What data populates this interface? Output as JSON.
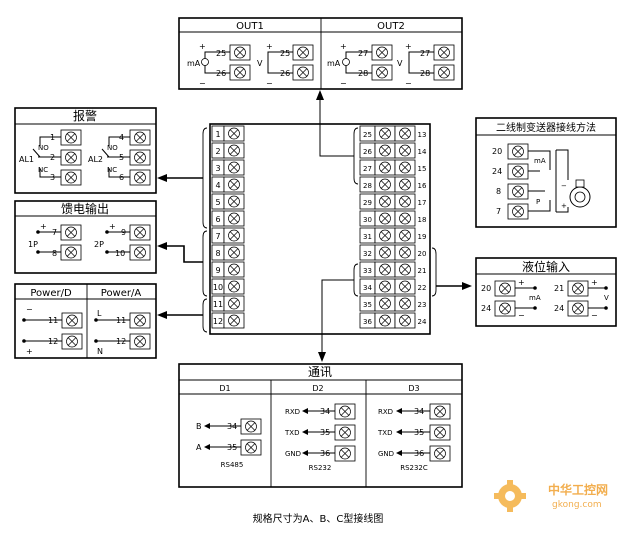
{
  "out": {
    "title1": "OUT1",
    "title2": "OUT2",
    "ma": "mA",
    "v": "V",
    "plus": "+",
    "minus": "−",
    "t25": "25",
    "t26": "26",
    "t27": "27",
    "t28": "28"
  },
  "alarm": {
    "title": "报警",
    "no": "NO",
    "nc": "NC",
    "al1": "AL1",
    "al2": "AL2",
    "t1": "1",
    "t2": "2",
    "t3": "3",
    "t4": "4",
    "t5": "5",
    "t6": "6"
  },
  "feed": {
    "title": "馈电输出",
    "p1": "1P",
    "p2": "2P",
    "plus": "+",
    "minus": "−",
    "t7": "7",
    "t8": "8",
    "t9": "9",
    "t10": "10"
  },
  "power": {
    "title_d": "Power/D",
    "title_a": "Power/A",
    "minus": "−",
    "plus": "+",
    "l": "L",
    "n": "N",
    "t11": "11",
    "t12": "12"
  },
  "main": {
    "left": [
      "1",
      "2",
      "3",
      "4",
      "5",
      "6",
      "7",
      "8",
      "9",
      "10",
      "11",
      "12"
    ],
    "inner": [
      "25",
      "26",
      "27",
      "28",
      "29",
      "30",
      "31",
      "32",
      "33",
      "34",
      "35",
      "36"
    ],
    "outer": [
      "13",
      "14",
      "15",
      "16",
      "17",
      "18",
      "19",
      "20",
      "21",
      "22",
      "23",
      "24"
    ]
  },
  "twowire": {
    "title": "二线制变送器接线方法",
    "ma": "mA",
    "p": "P",
    "t20": "20",
    "t24": "24",
    "t8": "8",
    "t7": "7",
    "plus": "+",
    "minus": "−"
  },
  "level": {
    "title": "液位输入",
    "ma": "mA",
    "v": "V",
    "plus": "+",
    "minus": "−",
    "t20": "20",
    "t24": "24",
    "t21": "21"
  },
  "comm": {
    "title": "通讯",
    "d1": "D1",
    "d2": "D2",
    "d3": "D3",
    "b": "B",
    "a": "A",
    "rxd": "RXD",
    "txd": "TXD",
    "gnd": "GND",
    "rs485": "RS485",
    "rs232": "RS232",
    "rs232c": "RS232C",
    "t34": "34",
    "t35": "35",
    "t36": "36"
  },
  "caption": "规格尺寸为A、B、C型接线图",
  "watermark": {
    "cn": "中华工控网",
    "url": "gkong.com"
  },
  "colors": {
    "line": "#000000",
    "watermark": "#f0a030",
    "gear": "#f4b040"
  }
}
